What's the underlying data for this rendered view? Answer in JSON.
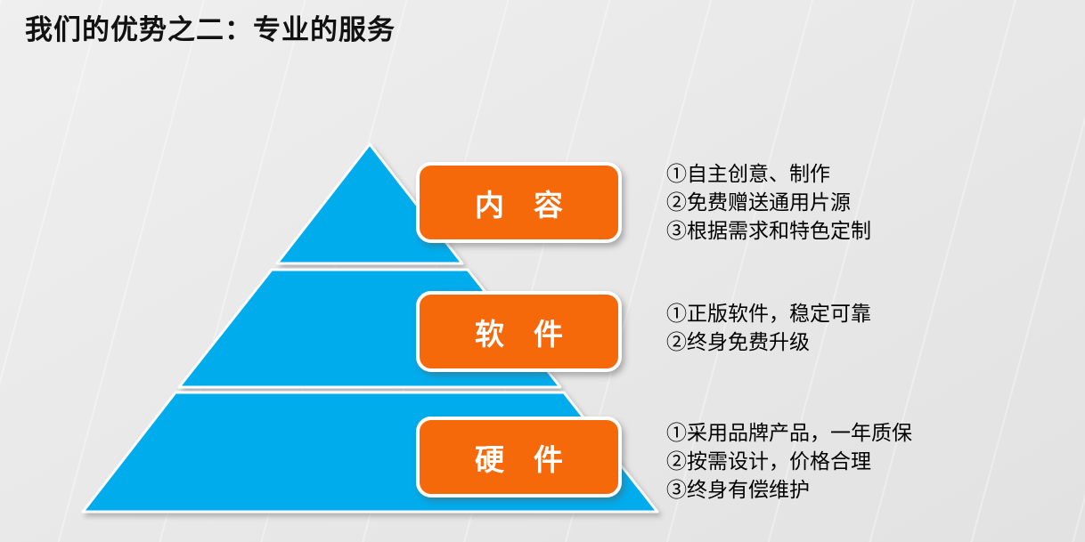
{
  "slide": {
    "title": "我们的优势之二：专业的服务",
    "colors": {
      "background": "#E9E9E9",
      "pyramid_blue": "#00ACEC",
      "box_orange": "#F6690A",
      "box_border": "#FFFFFF",
      "title_text": "#111111",
      "bullet_text": "#000000",
      "label_text": "#FFFFFF"
    },
    "pyramid": {
      "tiers": [
        {
          "label": "内　容",
          "bullets": [
            "①自主创意、制作",
            "②免费赠送通用片源",
            "③根据需求和特色定制"
          ]
        },
        {
          "label": "软　件",
          "bullets": [
            "①正版软件，稳定可靠",
            "②终身免费升级"
          ]
        },
        {
          "label": "硬　件",
          "bullets": [
            "①采用品牌产品，一年质保",
            "②按需设计，价格合理",
            "③终身有偿维护"
          ]
        }
      ]
    }
  }
}
